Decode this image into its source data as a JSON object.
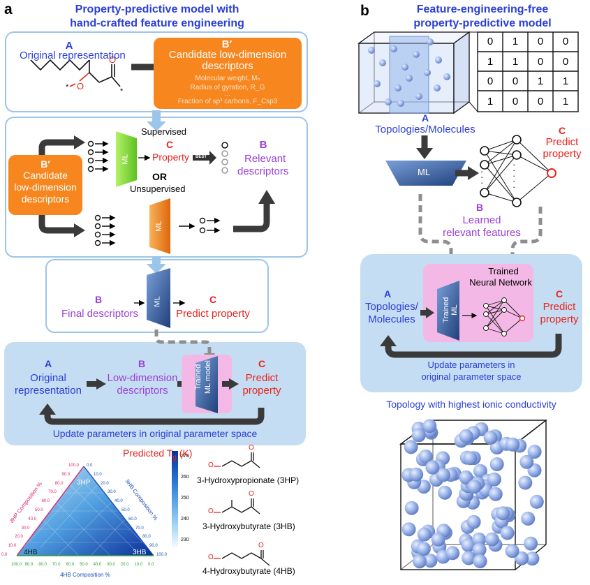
{
  "panel_a": {
    "label": "a",
    "title_l1": "Property-predictive model with",
    "title_l2": "hand-crafted feature engineering",
    "step1": {
      "a_letter": "A",
      "a_text": "Original representation",
      "bprime_letter": "B′",
      "bprime_l1": "Candidate low-dimension",
      "bprime_l2": "descriptors",
      "desc1": "Molecular weight, Mₙ",
      "desc2": "Radius of gyration, R_G",
      "desc3": "...",
      "desc4": "Fraction of sp³ carbons, F_Csp3"
    },
    "step2": {
      "bprime_letter": "B′",
      "bprime_l1": "Candidate",
      "bprime_l2": "low-dimension",
      "bprime_l3": "descriptors",
      "supervised": "Supervised",
      "or": "OR",
      "unsupervised": "Unsupervised",
      "ml": "ML",
      "c_letter": "C",
      "property": "Property",
      "best": "BEST",
      "b_letter": "B",
      "relevant_l1": "Relevant",
      "relevant_l2": "descriptors"
    },
    "step3": {
      "b_letter": "B",
      "final": "Final descriptors",
      "ml": "ML",
      "c_letter": "C",
      "predict": "Predict property"
    },
    "step4": {
      "a_letter": "A",
      "orig_l1": "Original",
      "orig_l2": "representation",
      "b_letter": "B",
      "low_l1": "Low-dimension",
      "low_l2": "descriptors",
      "trained_l1": "Trained",
      "trained_l2": "ML model",
      "c_letter": "C",
      "pred_l1": "Predict",
      "pred_l2": "property",
      "update": "Update parameters in original parameter space"
    },
    "ternary": {
      "title": "Predicted T",
      "title_sub": "g",
      "title_unit": " (K)",
      "left_axis": "3HP Composition %",
      "right_axis": "3HB Composition %",
      "bottom_axis": "4HB Composition %",
      "corner_top": "3HP",
      "corner_left": "4HB",
      "corner_right": "3HB",
      "colorbar_ticks": [
        "270",
        "260",
        "250",
        "240",
        "230"
      ],
      "left_ticks": [
        "0.0",
        "10.0",
        "20.0",
        "30.0",
        "40.0",
        "50.0",
        "60.0",
        "70.0",
        "80.0",
        "90.0",
        "100.0"
      ],
      "bottom_ticks": [
        "100.0",
        "90.0",
        "80.0",
        "70.0",
        "60.0",
        "50.0",
        "40.0",
        "30.0",
        "20.0",
        "10.0",
        "0.0"
      ],
      "right_ticks": [
        "0.0",
        "10.0",
        "20.0",
        "30.0",
        "40.0",
        "50.0",
        "60.0",
        "70.0",
        "80.0",
        "90.0",
        "100.0"
      ]
    },
    "monomers": [
      "3-Hydroxypropionate (3HP)",
      "3-Hydroxybutyrate (3HB)",
      "4-Hydroxybutyrate (4HB)"
    ]
  },
  "panel_b": {
    "label": "b",
    "title_l1": "Feature-engineering-free",
    "title_l2": "property-predictive model",
    "matrix": [
      [
        "0",
        "1",
        "0",
        "0"
      ],
      [
        "1",
        "1",
        "0",
        "0"
      ],
      [
        "0",
        "0",
        "1",
        "1"
      ],
      [
        "1",
        "0",
        "0",
        "1"
      ]
    ],
    "a_letter": "A",
    "a_text": "Topologies/Molecules",
    "ml": "ML",
    "c_letter": "C",
    "c_l1": "Predict",
    "c_l2": "property",
    "b_letter": "B",
    "learned_l1": "Learned",
    "learned_l2": "relevant features",
    "box": {
      "a_letter": "A",
      "a_l1": "Topologies/",
      "a_l2": "Molecules",
      "trained_l1": "Trained",
      "trained_l2": "Neural Network",
      "trained_ml_l1": "Trained",
      "trained_ml_l2": "ML",
      "c_letter": "C",
      "c_l1": "Predict",
      "c_l2": "property",
      "update_l1": "Update parameters in",
      "update_l2": "original parameter space"
    },
    "bottom_title": "Topology with highest ionic conductivity"
  },
  "colors": {
    "blue_text": "#2b3fd6",
    "red_text": "#e8231e",
    "purple_text": "#9a3fd8",
    "orange": "#f7861f",
    "light_blue_box": "#c5ddf2",
    "box_border": "#9cc5ea",
    "pink": "#f4b8e6",
    "dark_arrow": "#3a3a3a"
  }
}
